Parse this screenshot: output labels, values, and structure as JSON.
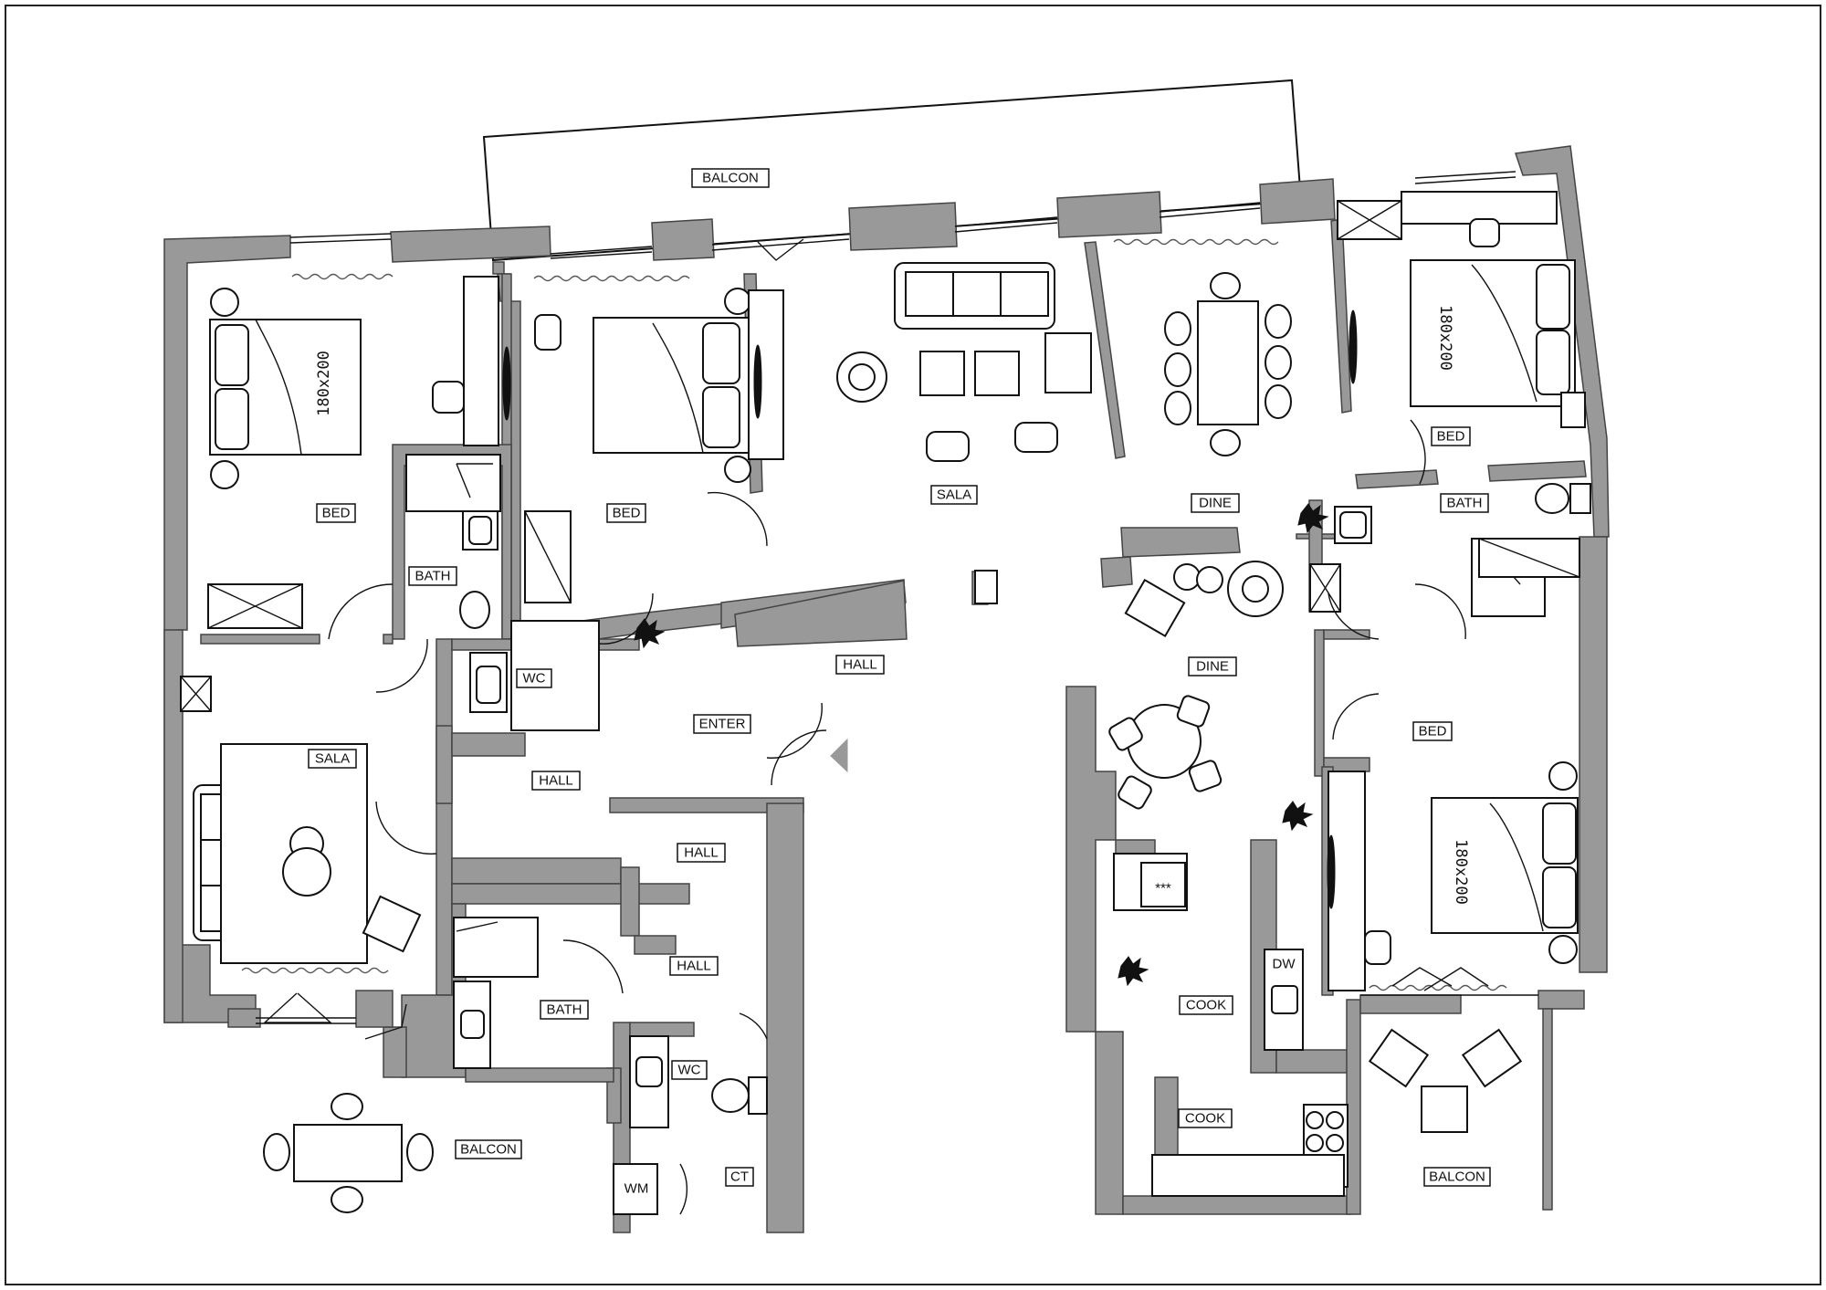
{
  "rooms": {
    "balcon_top": "BALCON",
    "bed_nw": "BED",
    "bed_mid": "BED",
    "sala_main": "SALA",
    "dine_top": "DINE",
    "bed_ne": "BED",
    "bath_ne": "BATH",
    "bath_nw": "BATH",
    "wc_mid": "WC",
    "hall_top": "HALL",
    "enter": "ENTER",
    "dine_mid": "DINE",
    "sala_w": "SALA",
    "hall_a": "HALL",
    "hall_b": "HALL",
    "hall_c": "HALL",
    "bed_e": "BED",
    "bath_s": "BATH",
    "wc_s": "WC",
    "cook_a": "COOK",
    "cook_b": "COOK",
    "balcon_sw": "BALCON",
    "balcon_se": "BALCON",
    "ct": "CT",
    "wm": "WM",
    "dw": "DW"
  },
  "bed_size": "180x200",
  "hob_marks": "***",
  "colors": {
    "wall": "#999999",
    "line": "#111111",
    "background": "#ffffff"
  }
}
